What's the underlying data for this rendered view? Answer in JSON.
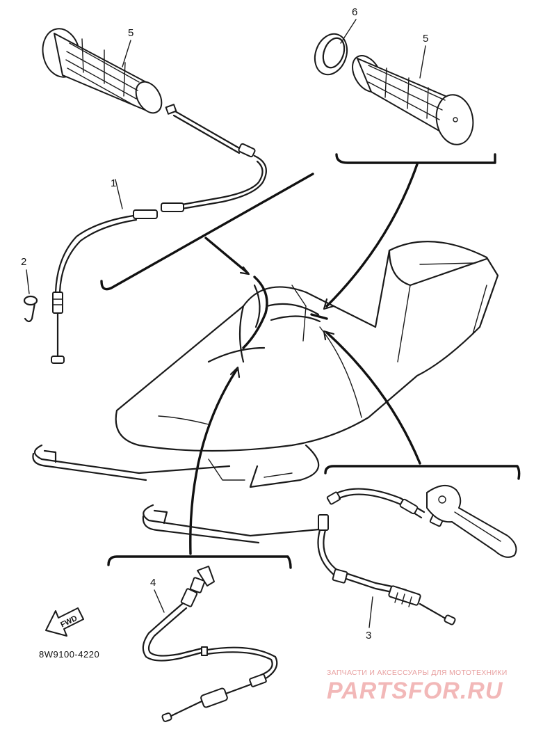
{
  "callouts": {
    "c1": "1",
    "c2": "2",
    "c3": "3",
    "c4": "4",
    "c5a": "5",
    "c5b": "5",
    "c6": "6"
  },
  "fwd_label": "FWD",
  "diagram_code": "8W9100-4220",
  "watermark": {
    "tagline": "ЗАПЧАСТИ И АКСЕССУАРЫ ДЛЯ МОТОТЕХНИКИ",
    "brand": "PARTSFOR.RU"
  },
  "colors": {
    "ink": "#1a1a1a",
    "watermark": "#f2b8b8"
  }
}
